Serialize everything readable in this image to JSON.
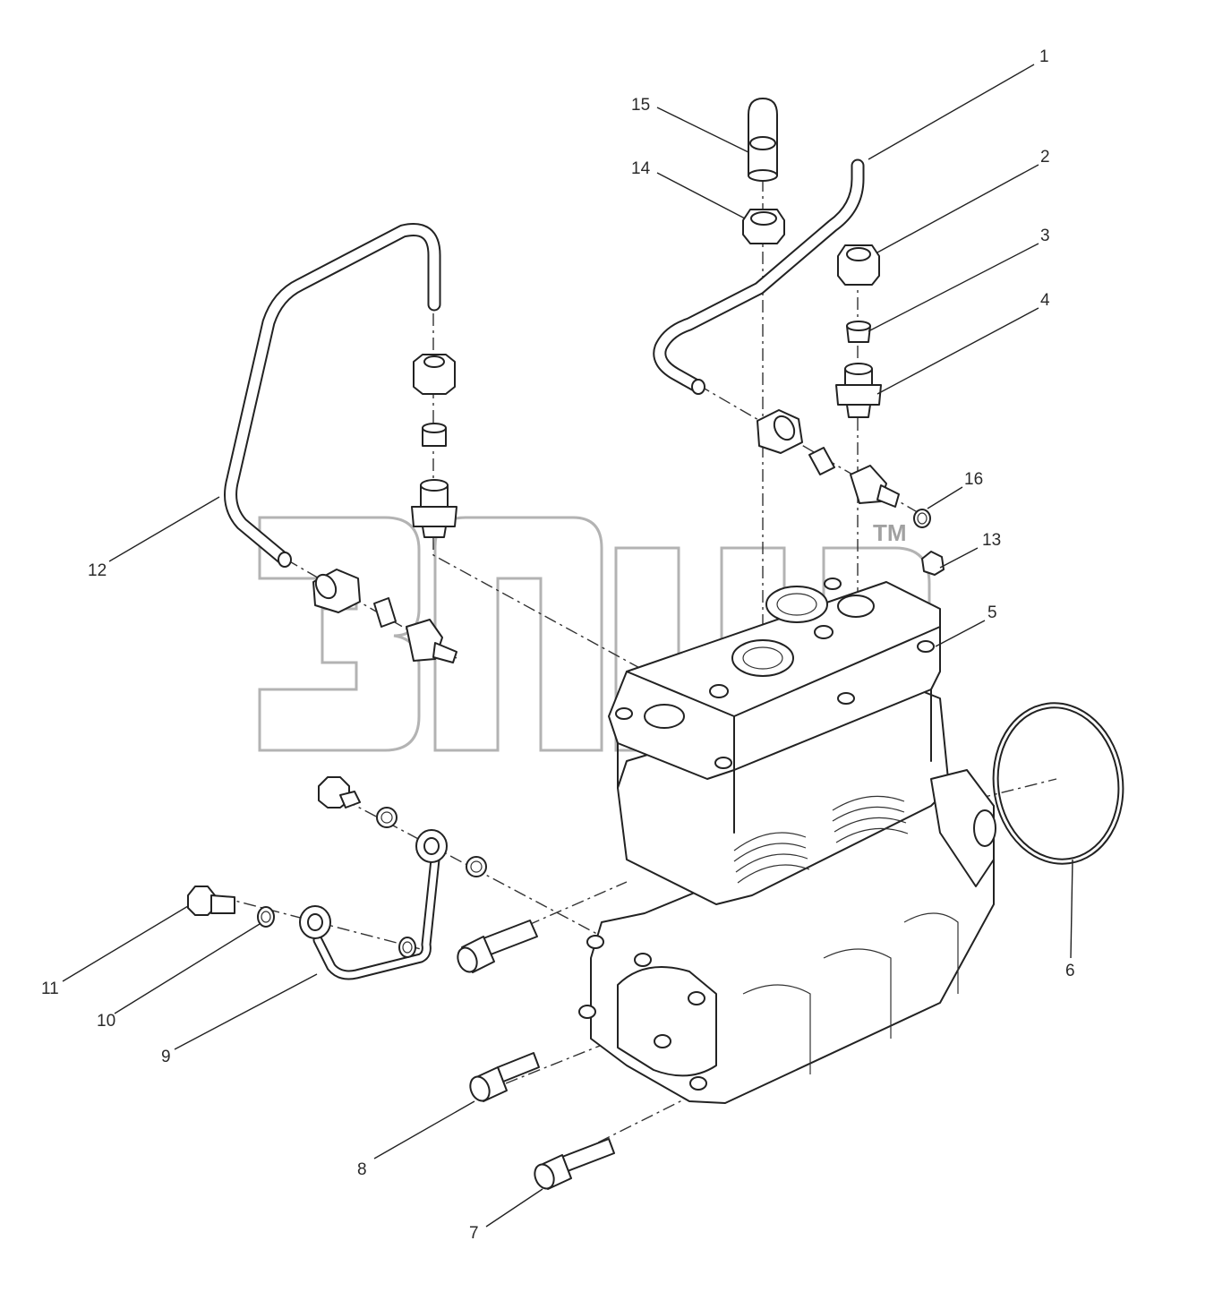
{
  "diagram": {
    "watermark": {
      "logo_text": "ЭПЦ",
      "trademark": "TM"
    },
    "callouts": [
      "1",
      "2",
      "3",
      "4",
      "5",
      "6",
      "7",
      "8",
      "9",
      "10",
      "11",
      "12",
      "13",
      "14",
      "15",
      "16"
    ]
  }
}
